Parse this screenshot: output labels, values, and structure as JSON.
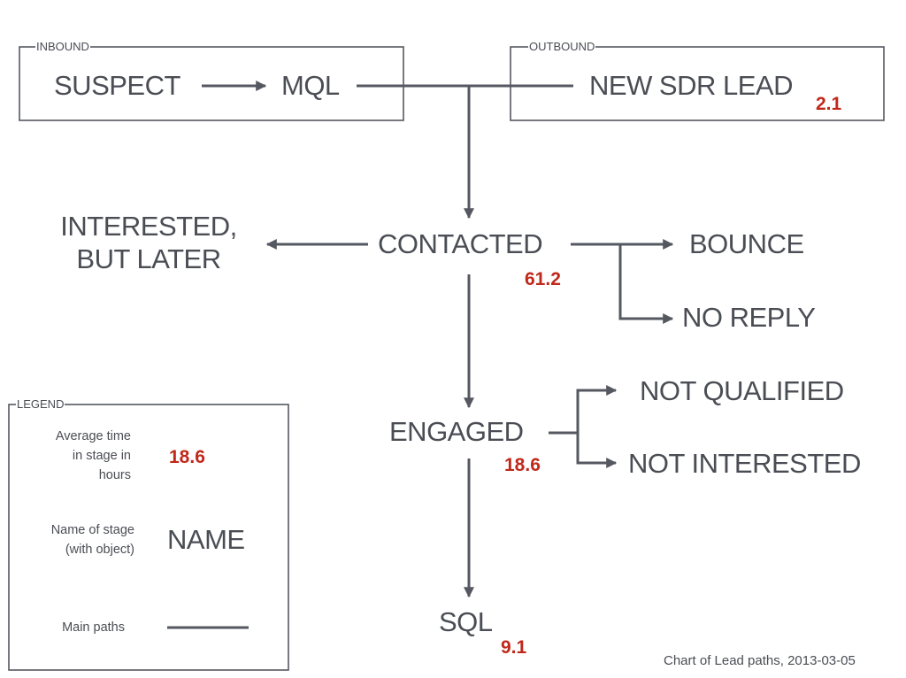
{
  "groups": {
    "inbound": "INBOUND",
    "outbound": "OUTBOUND",
    "legend": "LEGEND"
  },
  "stages": {
    "suspect": "SUSPECT",
    "mql": "MQL",
    "new_sdr_lead": "NEW SDR LEAD",
    "interested_line1": "INTERESTED,",
    "interested_line2": "BUT LATER",
    "contacted": "CONTACTED",
    "bounce": "BOUNCE",
    "no_reply": "NO REPLY",
    "engaged": "ENGAGED",
    "not_qualified": "NOT QUALIFIED",
    "not_interested": "NOT INTERESTED",
    "sql": "SQL"
  },
  "hours": {
    "new_sdr_lead": "2.1",
    "contacted": "61.2",
    "engaged": "18.6",
    "sql": "9.1"
  },
  "legend": {
    "avg_time_line1": "Average time",
    "avg_time_line2": "in stage in",
    "avg_time_line3": "hours",
    "avg_time_example": "18.6",
    "name_line1": "Name of stage",
    "name_line2": "(with object)",
    "name_example": "NAME",
    "main_paths": "Main paths"
  },
  "caption": "Chart of Lead paths, 2013-03-05",
  "colors": {
    "line": "#555861",
    "text": "#4a4d54",
    "hours": "#c0281b",
    "background": "#ffffff"
  }
}
